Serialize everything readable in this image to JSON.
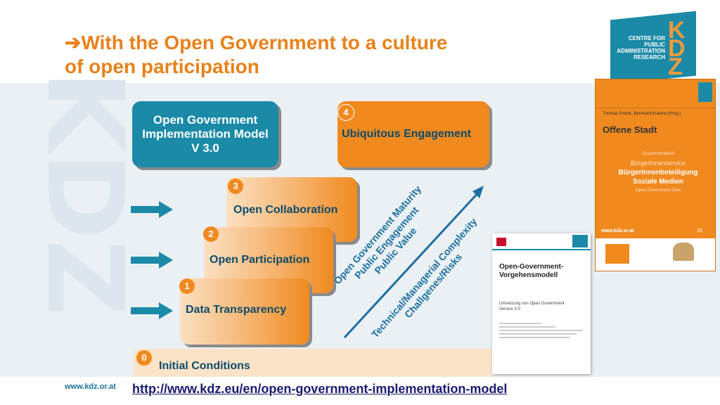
{
  "header": {
    "title_line1": "➔With the Open Government to a culture",
    "title_line2": "of open participation"
  },
  "logo": {
    "text_line1": "CENTRE FOR",
    "text_line2": "PUBLIC",
    "text_line3": "ADMINISTRATION",
    "text_line4": "RESEARCH",
    "mark": "KDZ",
    "color": "#1b8aa7",
    "accent": "#f29a3b"
  },
  "model": {
    "title_line1": "Open Government",
    "title_line2": "Implementation Model",
    "title_line3": "V 3.0"
  },
  "levels": [
    {
      "number": "0",
      "label": "Initial Conditions"
    },
    {
      "number": "1",
      "label": "Data Transparency"
    },
    {
      "number": "2",
      "label": "Open Participation"
    },
    {
      "number": "3",
      "label": "Open Collaboration"
    },
    {
      "number": "4",
      "label": "Ubiquitous Engagement"
    }
  ],
  "diagonal": {
    "upper_line1": "Open Government Maturity",
    "upper_line2": "Public Engagement",
    "upper_line3": "Public Value",
    "lower_line1": "Technical/Managerial Complexity",
    "lower_line2": "Challgenes/Risks"
  },
  "document": {
    "title_line1": "Open-Government-",
    "title_line2": "Vorgehensmodell",
    "subtitle": "Umsetzung von Open Government",
    "version": "Version 3.0"
  },
  "book": {
    "authors": "Thomas Prorok, Bernhard Krabina (Hrsg.)",
    "title": "Offene Stadt",
    "url": "www.kdz.or.at",
    "number": "16",
    "words": [
      "Zusammenarbeit",
      "BürgerInnenservice",
      "BürgerInnenbeteiligung",
      "Soziale Medien",
      "Open Government Data"
    ]
  },
  "footer": {
    "site": "www.kdz.or.at",
    "link": "http://www.kdz.eu/en/open-government-implementation-model"
  },
  "colors": {
    "orange": "#f08a1f",
    "teal": "#1b8aa7",
    "navy": "#0d4b6a",
    "title_orange": "#e8811a"
  }
}
